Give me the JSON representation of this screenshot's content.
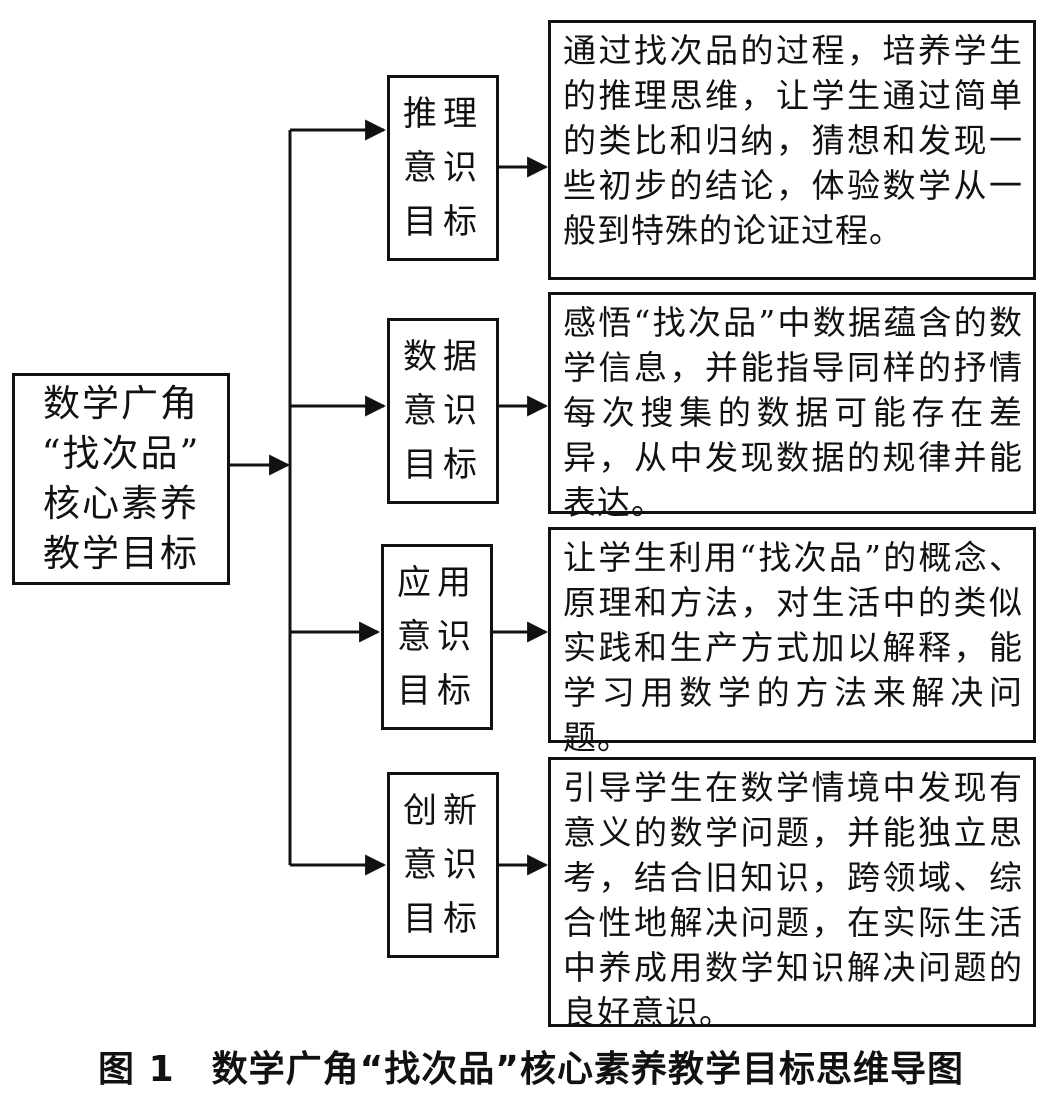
{
  "root": {
    "lines": [
      "数学广角",
      "“找次品”",
      "核心素养",
      "教学目标"
    ]
  },
  "goals": [
    {
      "name_lines": [
        "推理",
        "意识",
        "目标"
      ],
      "description": "通过找次品的过程，培养学生的推理思维，让学生通过简单的类比和归纳，猜想和发现一些初步的结论，体验数学从一般到特殊的论证过程。"
    },
    {
      "name_lines": [
        "数据",
        "意识",
        "目标"
      ],
      "description": "感悟“找次品”中数据蕴含的数学信息，并能指导同样的抒情每次搜集的数据可能存在差异，从中发现数据的规律并能表达。"
    },
    {
      "name_lines": [
        "应用",
        "意识",
        "目标"
      ],
      "description": "让学生利用“找次品”的概念、原理和方法，对生活中的类似实践和生产方式加以解释，能学习用数学的方法来解决问题。"
    },
    {
      "name_lines": [
        "创新",
        "意识",
        "目标"
      ],
      "description": "引导学生在数学情境中发现有意义的数学问题，并能独立思考，结合旧知识，跨领域、综合性地解决问题，在实际生活中养成用数学知识解决问题的良好意识。"
    }
  ],
  "caption": "图 1　数学广角“找次品”核心素养教学目标思维导图"
}
